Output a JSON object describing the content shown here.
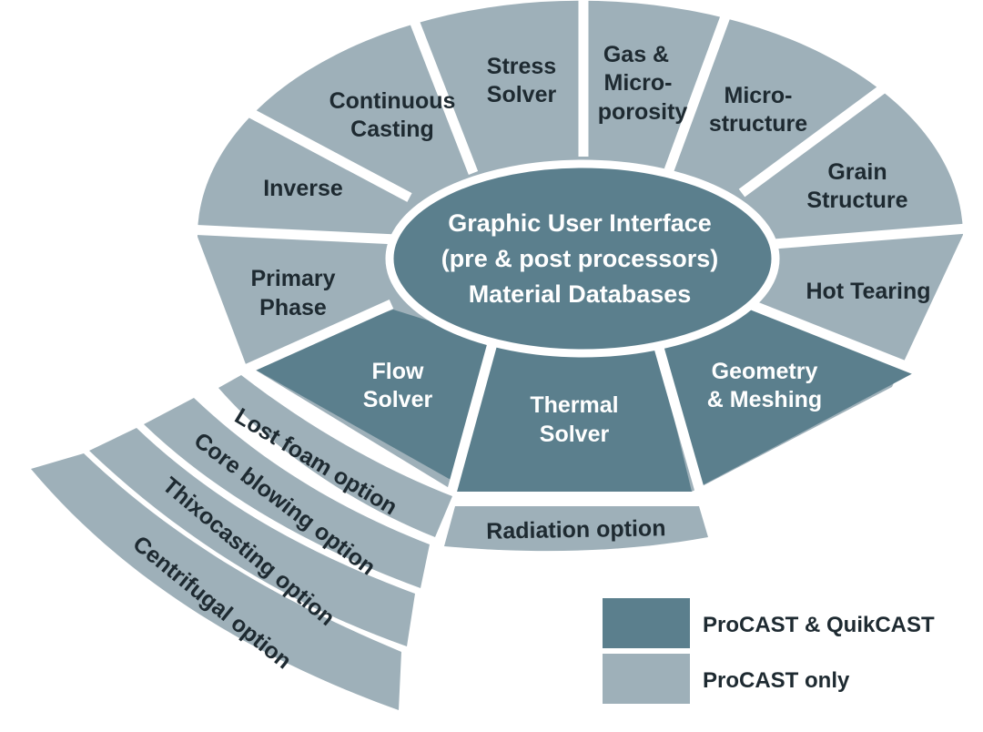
{
  "colors": {
    "dark": "#5b7f8d",
    "light": "#9eb0b9",
    "gap": "#ffffff",
    "text_dark_bg": "#ffffff",
    "text_light_bg": "#1e2a31"
  },
  "center": {
    "line1": "Graphic User Interface",
    "line2": "(pre & post processors)",
    "line3": "Material Databases"
  },
  "modules": {
    "continuous_casting": {
      "line1": "Continuous",
      "line2": "Casting"
    },
    "stress_solver": {
      "line1": "Stress",
      "line2": "Solver"
    },
    "gas_microporosity": {
      "line1": "Gas &",
      "line2": "Micro-",
      "line3": "porosity"
    },
    "microstructure": {
      "line1": "Micro-",
      "line2": "structure"
    },
    "inverse": {
      "line1": "Inverse"
    },
    "grain_structure": {
      "line1": "Grain",
      "line2": "Structure"
    },
    "primary_phase": {
      "line1": "Primary",
      "line2": "Phase"
    },
    "hot_tearing": {
      "line1": "Hot Tearing"
    },
    "flow_solver": {
      "line1": "Flow",
      "line2": "Solver"
    },
    "thermal_solver": {
      "line1": "Thermal",
      "line2": "Solver"
    },
    "geometry_meshing": {
      "line1": "Geometry",
      "line2": "& Meshing"
    }
  },
  "options": {
    "lost_foam": "Lost foam option",
    "core_blowing": "Core blowing option",
    "thixocasting": "Thixocasting option",
    "centrifugal": "Centrifugal option",
    "radiation": "Radiation option"
  },
  "legend": {
    "procast_quikcast": "ProCAST & QuikCAST",
    "procast_only": "ProCAST only"
  }
}
